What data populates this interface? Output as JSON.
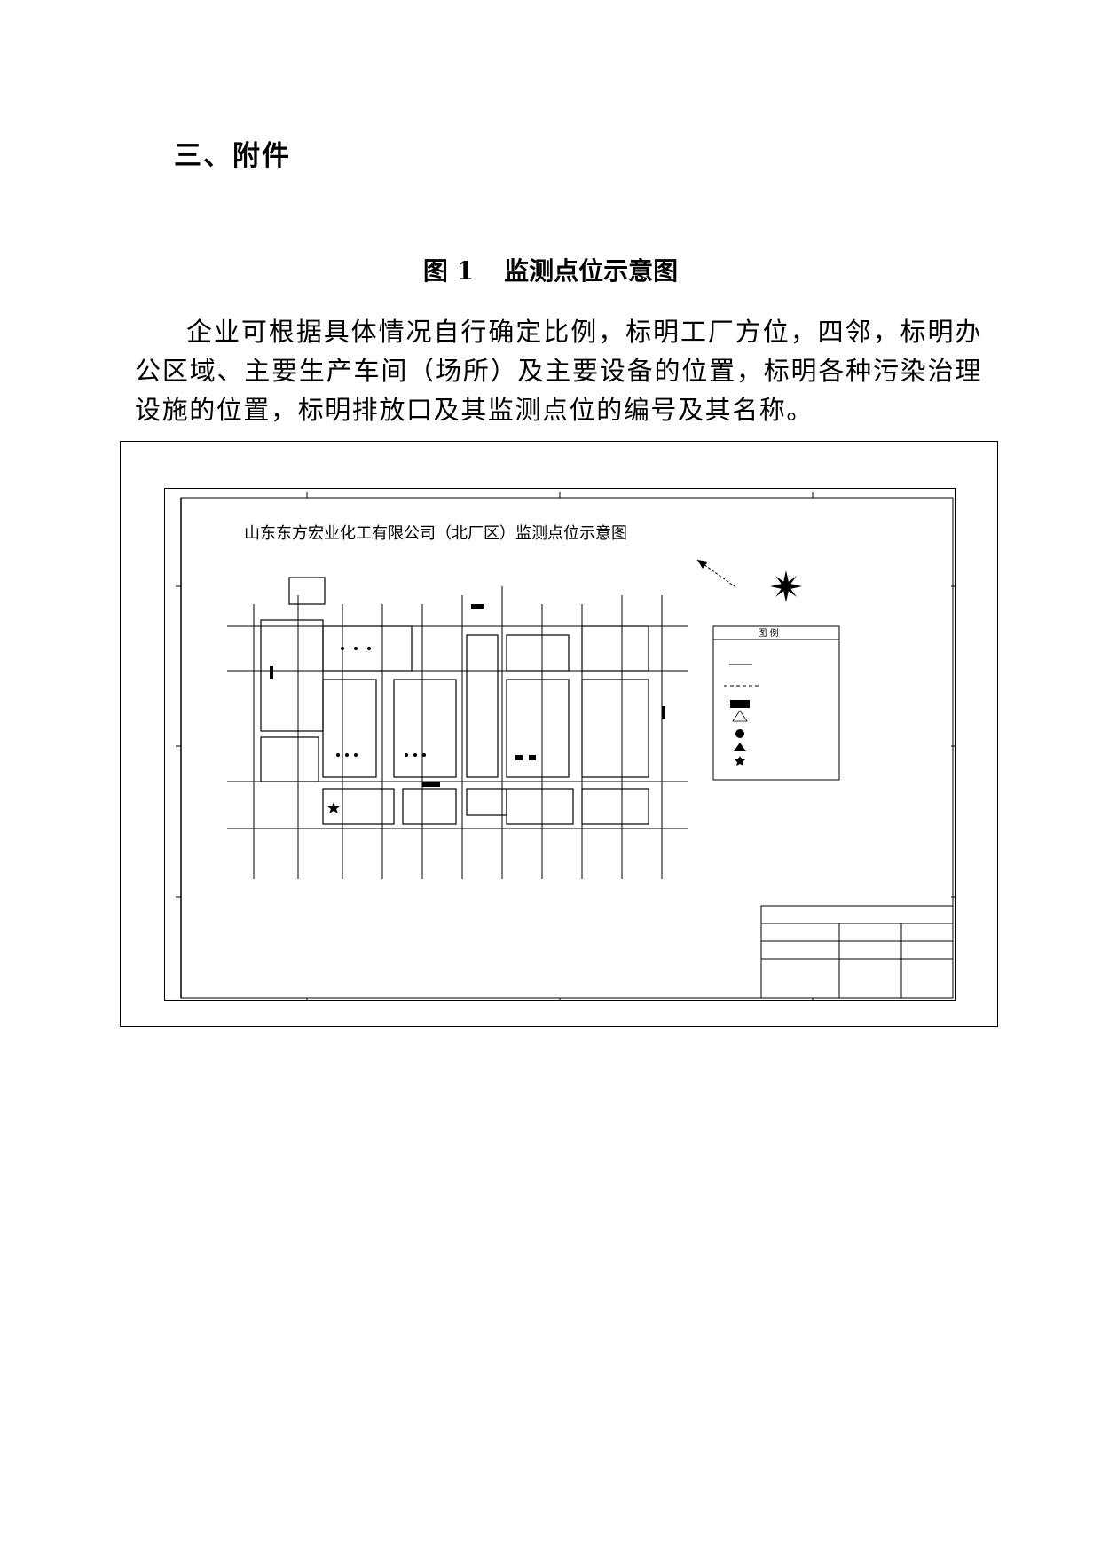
{
  "section_heading": "三、附件",
  "figure_caption": {
    "number": "图 1",
    "title": "监测点位示意图"
  },
  "intro_text": "企业可根据具体情况自行确定比例，标明工厂方位，四邻，标明办公区域、主要生产车间（场所）及主要设备的位置，标明各种污染治理设施的位置，标明排放口及其监测点位的编号及其名称。",
  "drawing": {
    "title": "山东东方宏业化工有限公司（北厂区）监测点位示意图",
    "legend_title": "图 例",
    "icons": {
      "north_arrow": "north-arrow-icon",
      "compass": "compass-rose-icon",
      "legend_filled_rect": "filled-rectangle-icon",
      "legend_hollow_triangle": "hollow-triangle-icon",
      "legend_circle": "filled-circle-icon",
      "legend_triangle": "filled-triangle-icon",
      "legend_star": "star-icon"
    }
  }
}
